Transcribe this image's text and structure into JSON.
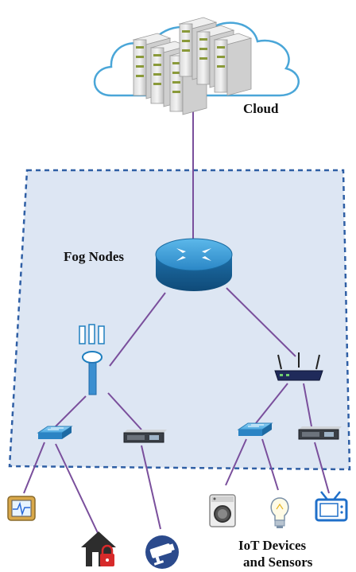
{
  "labels": {
    "cloud": "Cloud",
    "fog_nodes": "Fog Nodes",
    "iot_line1": "IoT Devices",
    "iot_line2": "and Sensors"
  },
  "colors": {
    "fog_region_fill": "#dde6f3",
    "fog_region_border": "#2f5fa5",
    "link": "#7a4f9c",
    "cloud_outline": "#4aa6d8",
    "router": "#1f7fbf",
    "switch": "#4aa8e0"
  },
  "icons": [
    "server-rack-icon",
    "cloud-icon",
    "router-icon",
    "cell-tower-icon",
    "wireless-router-icon",
    "network-switch-icon",
    "network-appliance-icon",
    "heart-monitor-icon",
    "smart-home-lock-icon",
    "security-camera-icon",
    "washing-machine-icon",
    "light-bulb-icon",
    "tv-icon"
  ]
}
